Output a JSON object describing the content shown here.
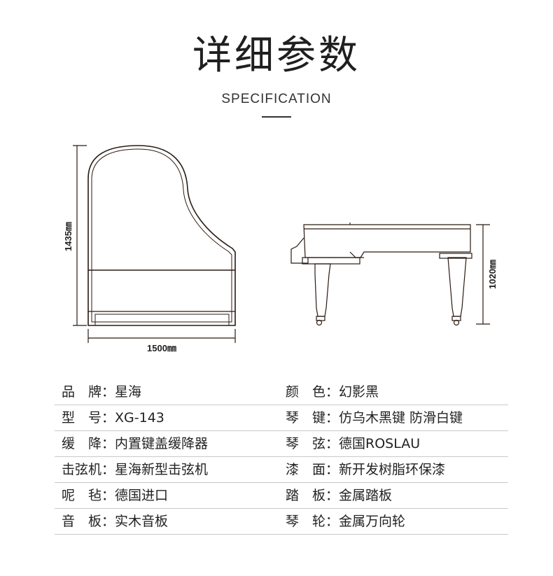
{
  "header": {
    "title": "详细参数",
    "subtitle": "SPECIFICATION"
  },
  "diagram": {
    "top_view_height": "1435㎜",
    "top_view_width": "1500㎜",
    "side_view_height": "1020㎜"
  },
  "specs": [
    {
      "left_label": "品　牌：",
      "left_value": "星海",
      "right_label": "颜　色：",
      "right_value": "幻影黑"
    },
    {
      "left_label": "型　号：",
      "left_value": "XG-143",
      "right_label": "琴　键：",
      "right_value": "仿乌木黑键 防滑白键"
    },
    {
      "left_label": "缓　降：",
      "left_value": "内置键盖缓降器",
      "right_label": "琴　弦：",
      "right_value": "德国ROSLAU"
    },
    {
      "left_label": "击弦机：",
      "left_value": "星海新型击弦机",
      "right_label": "漆　面：",
      "right_value": "新开发树脂环保漆"
    },
    {
      "left_label": "呢　毡：",
      "left_value": "德国进口",
      "right_label": "踏　板：",
      "right_value": "金属踏板"
    },
    {
      "left_label": "音　板：",
      "left_value": "实木音板",
      "right_label": "琴　轮：",
      "right_value": "金属万向轮"
    }
  ],
  "colors": {
    "line": "#2a1a12",
    "divider": "#c9c9c9"
  }
}
